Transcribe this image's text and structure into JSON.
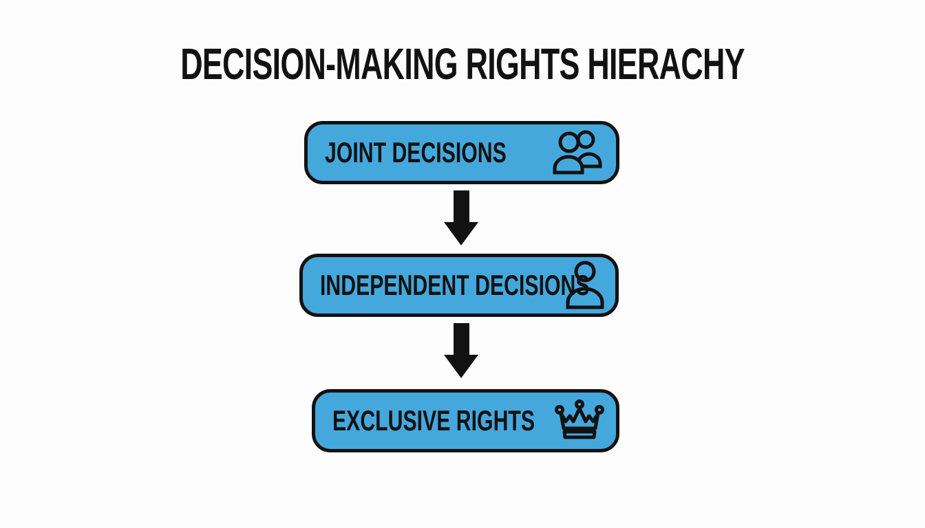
{
  "title": "DECISION-MAKING RIGHTS HIERACHY",
  "nodes": [
    {
      "label": "JOINT DECISIONS",
      "icon": "people-icon"
    },
    {
      "label": "INDEPENDENT DECISIONS",
      "icon": "person-icon"
    },
    {
      "label": "EXCLUSIVE RIGHTS",
      "icon": "crown-icon"
    }
  ],
  "connectors": [
    "down-arrow",
    "down-arrow"
  ],
  "colors": {
    "node_fill": "#45a8dd",
    "outline": "#121212",
    "background": "#fdfdfd",
    "title_text": "#121212"
  }
}
